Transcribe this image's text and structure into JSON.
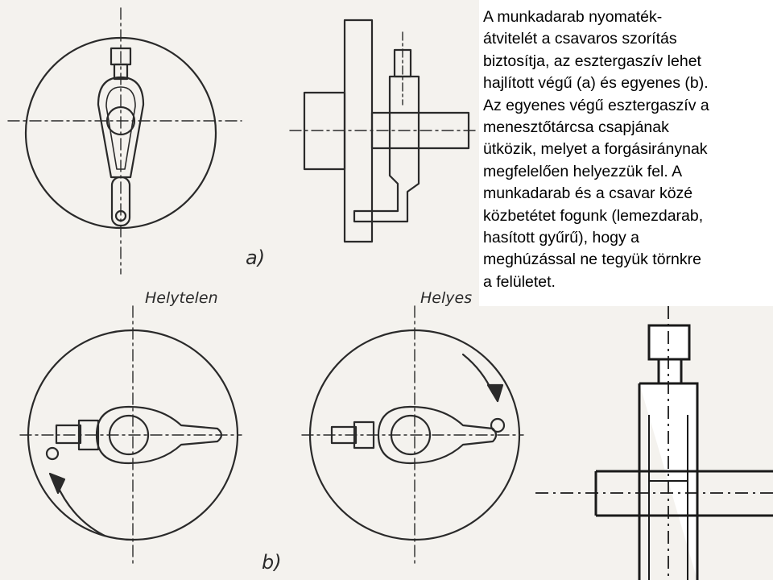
{
  "explanation_text": "A munkadarab nyomaték-\nátvitelét a csavaros szorítás\nbiztosítja, az esztergaszív lehet\nhajlított végű (a) és egyenes (b).\nAz egyenes végű esztergaszív a\nmenesztőtárcsa csapjának\nütközik, melyet a forgásiránynak\nmegfelelően helyezzük fel. A\nmunkadarab és a csavar közé\nközbetétet fogunk (lemezdarab,\nhasított gyűrű), hogy a\nmeghúzással ne tegyük törnkre\na felületet.",
  "figure": {
    "label_a": "a)",
    "label_b": "b)",
    "label_wrong": "Helytelen",
    "label_right": "Helyes"
  },
  "colors": {
    "paper": "#f4f2ee",
    "ink": "#2a2a2a",
    "detail_ink": "#1a1a1a"
  }
}
